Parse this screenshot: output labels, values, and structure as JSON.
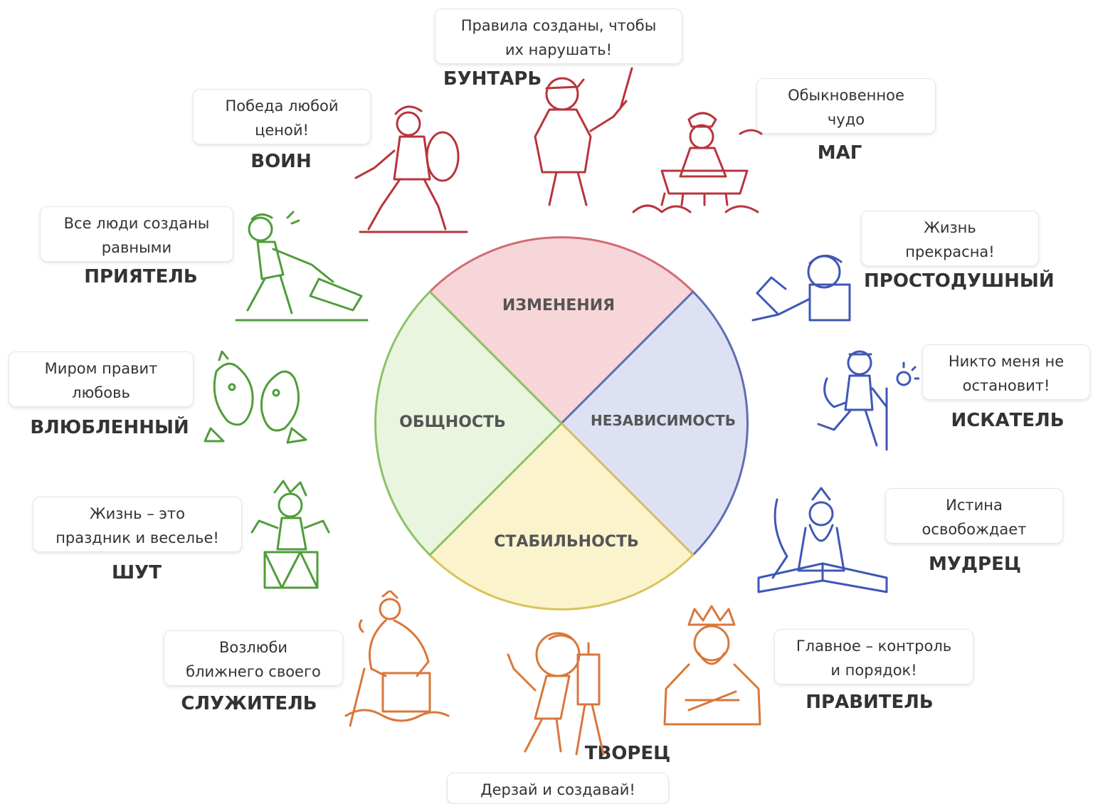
{
  "sectors": [
    {
      "id": "top",
      "label": "ИЗМЕНЕНИЯ",
      "fill": "#f7d6d9",
      "stroke": "#d26b74"
    },
    {
      "id": "right",
      "label": "НЕЗАВИСИМОСТЬ",
      "fill": "#dde1f3",
      "stroke": "#5f6eb4"
    },
    {
      "id": "bottom",
      "label": "СТАБИЛЬНОСТЬ",
      "fill": "#fbf3cc",
      "stroke": "#d9c25a"
    },
    {
      "id": "left",
      "label": "ОБЩНОСТЬ",
      "fill": "#e9f5df",
      "stroke": "#8cc266"
    }
  ],
  "archetypes": [
    {
      "id": "rebel",
      "name": "БУНТАРЬ",
      "quote": "Правила созданы, чтобы\nих нарушать!",
      "color": "#b8343c"
    },
    {
      "id": "magician",
      "name": "МАГ",
      "quote": "Обыкновенное\nчудо",
      "color": "#b8343c"
    },
    {
      "id": "warrior",
      "name": "ВОИН",
      "quote": "Победа любой\nценой!",
      "color": "#b8343c"
    },
    {
      "id": "innocent",
      "name": "ПРОСТОДУШНЫЙ",
      "quote": "Жизнь\nпрекрасна!",
      "color": "#3f57b5"
    },
    {
      "id": "explorer",
      "name": "ИСКАТЕЛЬ",
      "quote": "Никто меня не\nостановит!",
      "color": "#3f57b5"
    },
    {
      "id": "sage",
      "name": "МУДРЕЦ",
      "quote": "Истина\nосвобождает",
      "color": "#3f57b5"
    },
    {
      "id": "everyman",
      "name": "ПРИЯТЕЛЬ",
      "quote": "Все люди созданы\nравными",
      "color": "#4f9d3a"
    },
    {
      "id": "lover",
      "name": "ВЛЮБЛЕННЫЙ",
      "quote": "Миром правит\nлюбовь",
      "color": "#4f9d3a"
    },
    {
      "id": "jester",
      "name": "ШУТ",
      "quote": "Жизнь – это\nпраздник и веселье!",
      "color": "#4f9d3a"
    },
    {
      "id": "caregiver",
      "name": "СЛУЖИТЕЛЬ",
      "quote": "Возлюби\nближнего своего",
      "color": "#d9773a"
    },
    {
      "id": "creator",
      "name": "ТВОРЕЦ",
      "quote": "Дерзай и создавай!",
      "color": "#d9773a"
    },
    {
      "id": "ruler",
      "name": "ПРАВИТЕЛЬ",
      "quote": "Главное – контроль\nи порядок!",
      "color": "#d9773a"
    }
  ]
}
